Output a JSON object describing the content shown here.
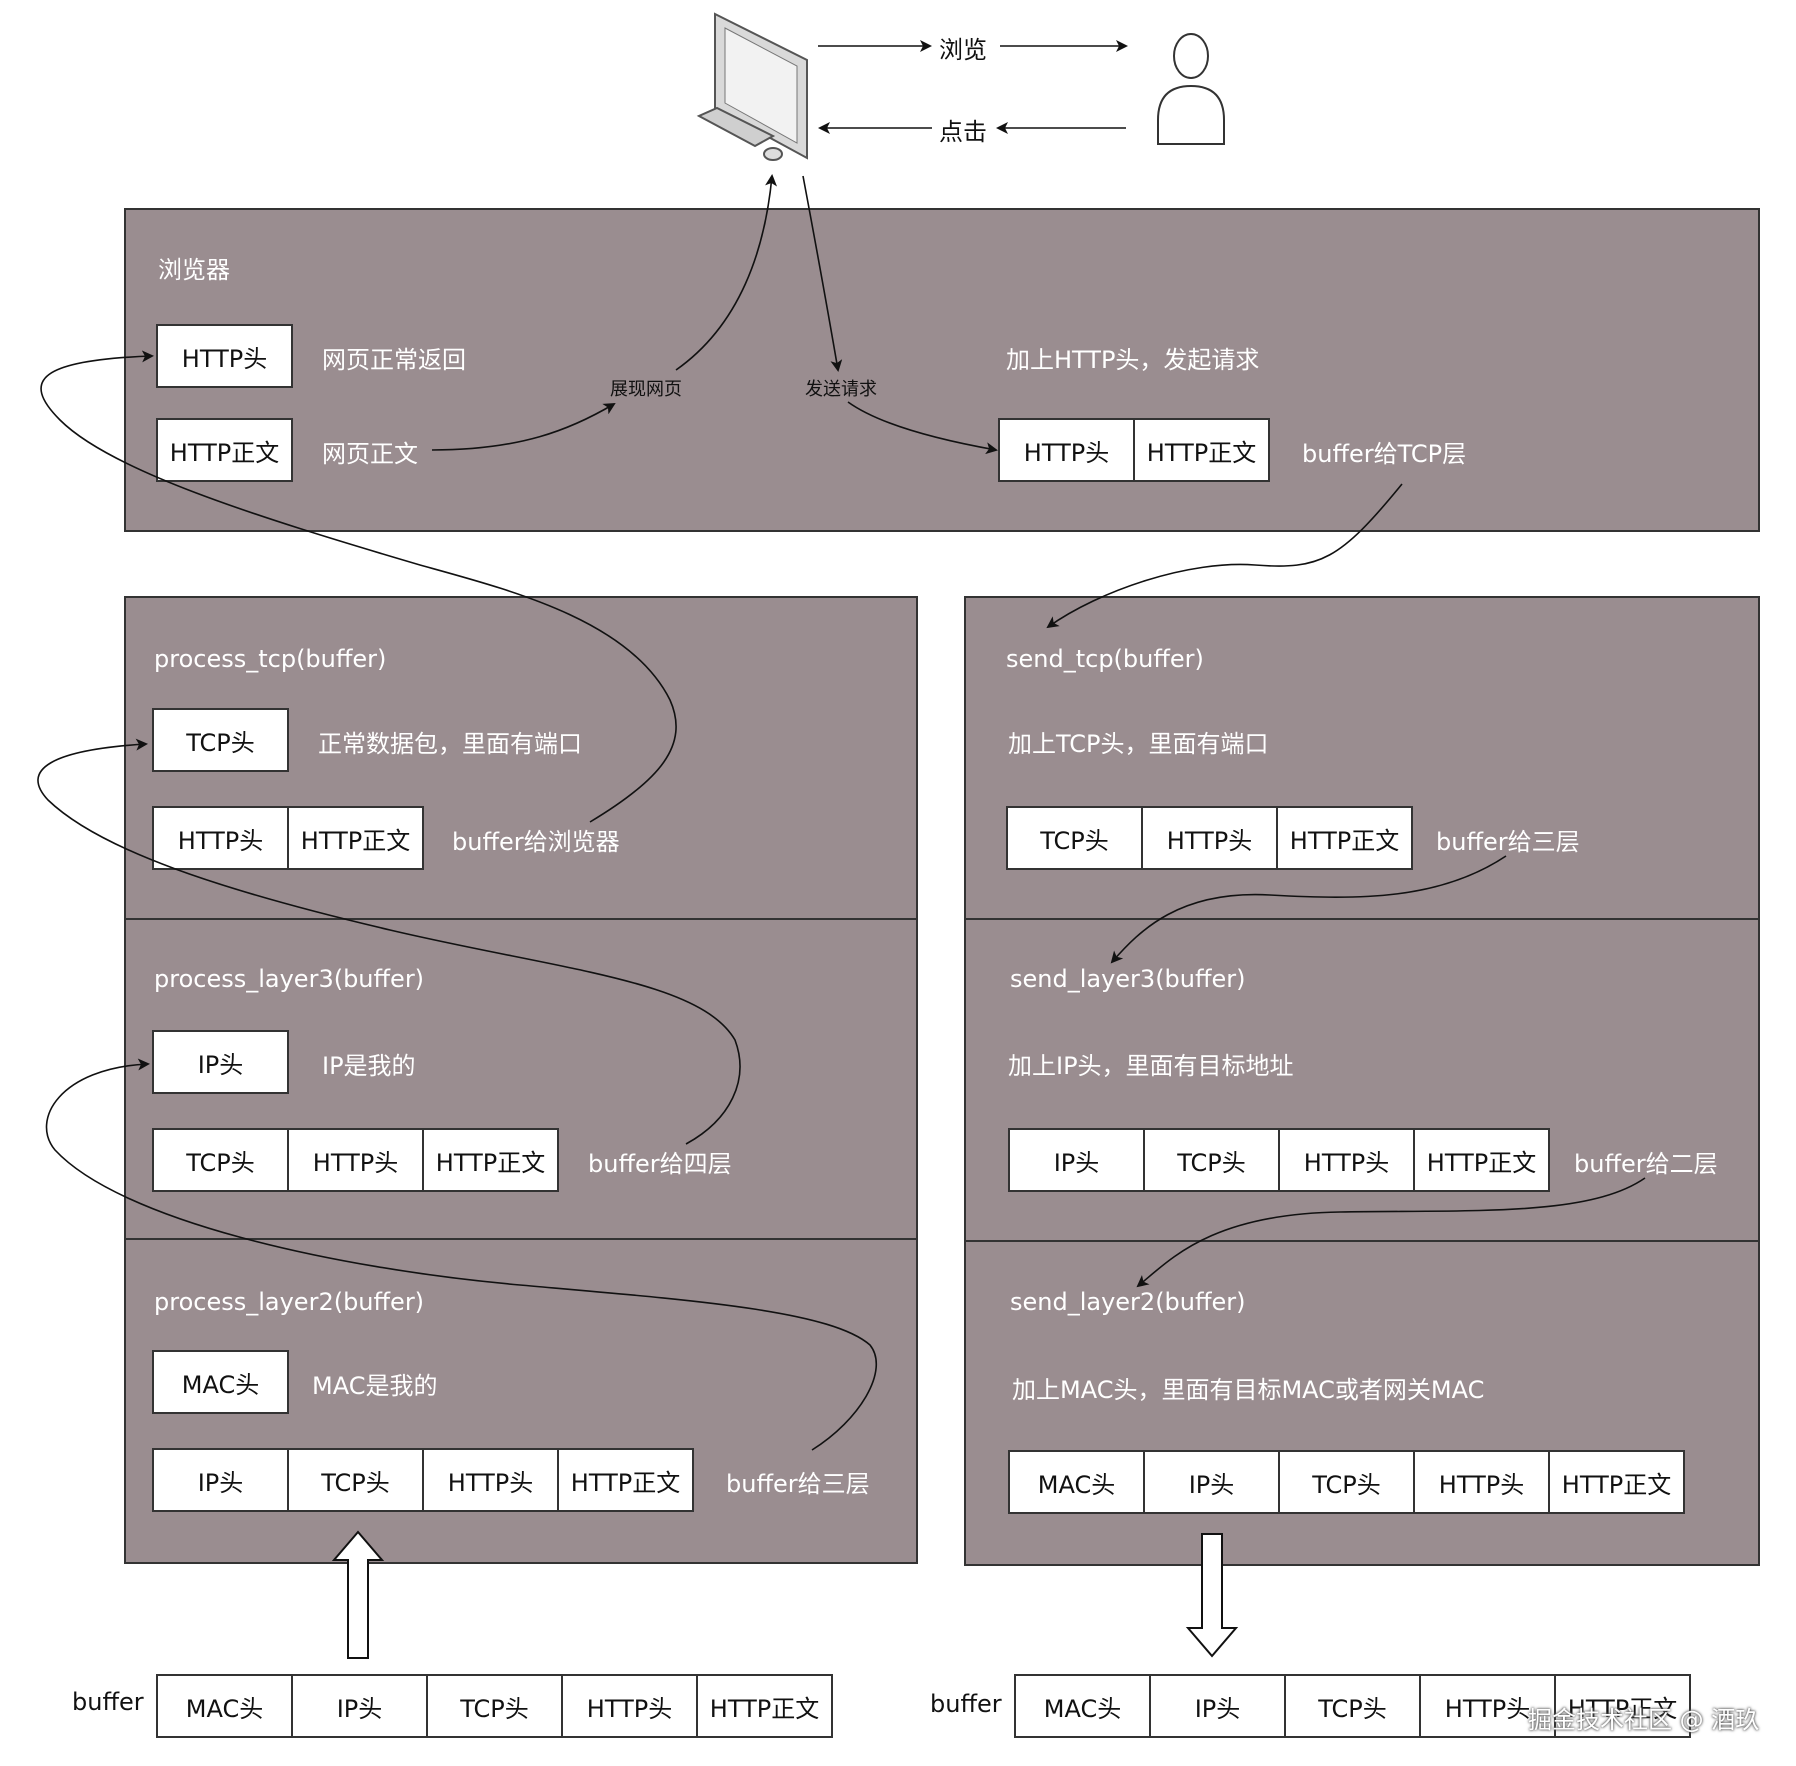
{
  "top": {
    "browse_label": "浏览",
    "click_label": "点击",
    "render_label": "展现网页",
    "send_label": "发送请求"
  },
  "browser": {
    "title": "浏览器",
    "http_head": "HTTP头",
    "http_body": "HTTP正文",
    "note_return": "网页正常返回",
    "note_body": "网页正文",
    "note_add": "加上HTTP头，发起请求",
    "note_buffer": "buffer给TCP层",
    "send_cells": [
      "HTTP头",
      "HTTP正文"
    ]
  },
  "recv": {
    "tcp": {
      "title": "process_tcp(buffer)",
      "header": "TCP头",
      "note": "正常数据包，里面有端口",
      "cells": [
        "HTTP头",
        "HTTP正文"
      ],
      "buffer_note": "buffer给浏览器"
    },
    "l3": {
      "title": "process_layer3(buffer)",
      "header": "IP头",
      "note": "IP是我的",
      "cells": [
        "TCP头",
        "HTTP头",
        "HTTP正文"
      ],
      "buffer_note": "buffer给四层"
    },
    "l2": {
      "title": "process_layer2(buffer)",
      "header": "MAC头",
      "note": "MAC是我的",
      "cells": [
        "IP头",
        "TCP头",
        "HTTP头",
        "HTTP正文"
      ],
      "buffer_note": "buffer给三层"
    }
  },
  "send": {
    "tcp": {
      "title": "send_tcp(buffer)",
      "note": "加上TCP头，里面有端口",
      "cells": [
        "TCP头",
        "HTTP头",
        "HTTP正文"
      ],
      "buffer_note": "buffer给三层"
    },
    "l3": {
      "title": "send_layer3(buffer)",
      "note": "加上IP头，里面有目标地址",
      "cells": [
        "IP头",
        "TCP头",
        "HTTP头",
        "HTTP正文"
      ],
      "buffer_note": "buffer给二层"
    },
    "l2": {
      "title": "send_layer2(buffer)",
      "note": "加上MAC头，里面有目标MAC或者网关MAC",
      "cells": [
        "MAC头",
        "IP头",
        "TCP头",
        "HTTP头",
        "HTTP正文"
      ]
    }
  },
  "bottom": {
    "left_label": "buffer",
    "right_label": "buffer",
    "left_cells": [
      "MAC头",
      "IP头",
      "TCP头",
      "HTTP头",
      "HTTP正文"
    ],
    "right_cells": [
      "MAC头",
      "IP头",
      "TCP头",
      "HTTP头",
      "HTTP正文"
    ]
  },
  "watermark": "掘金技术社区 @ 酒玖"
}
